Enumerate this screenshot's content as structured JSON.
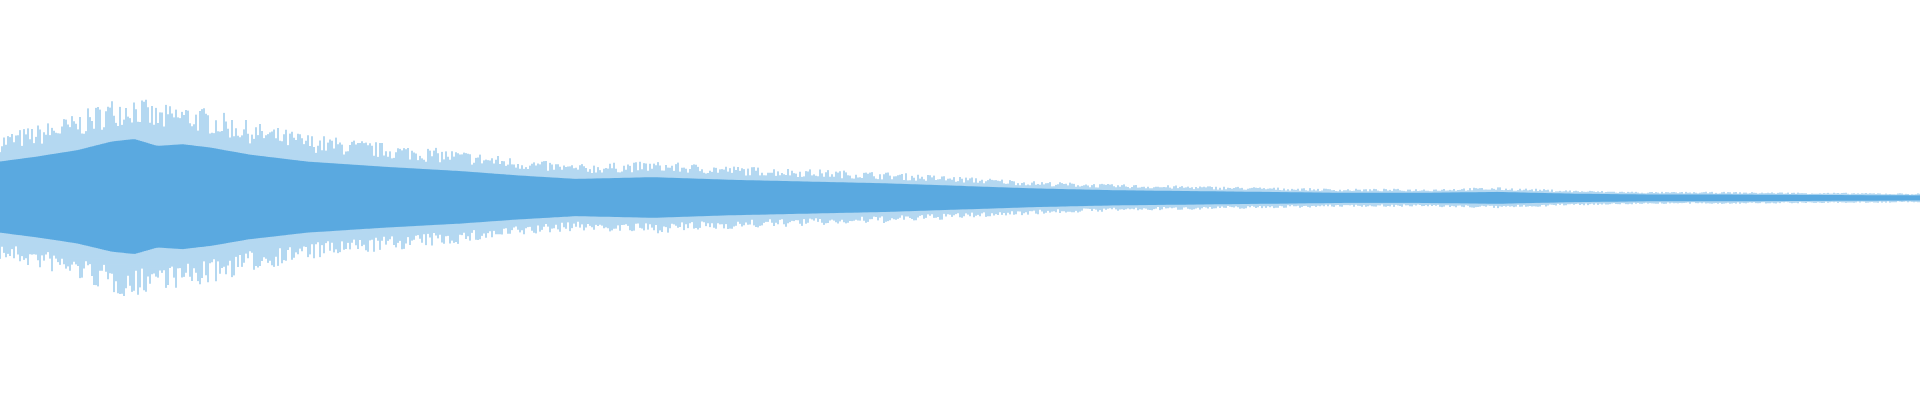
{
  "waveform": {
    "color": "#5aa9e0",
    "envelope": [
      {
        "t": 0.0,
        "amp": 0.42
      },
      {
        "t": 0.02,
        "amp": 0.48
      },
      {
        "t": 0.04,
        "amp": 0.55
      },
      {
        "t": 0.058,
        "amp": 0.65
      },
      {
        "t": 0.07,
        "amp": 0.68
      },
      {
        "t": 0.082,
        "amp": 0.6
      },
      {
        "t": 0.095,
        "amp": 0.62
      },
      {
        "t": 0.11,
        "amp": 0.58
      },
      {
        "t": 0.13,
        "amp": 0.5
      },
      {
        "t": 0.16,
        "amp": 0.42
      },
      {
        "t": 0.2,
        "amp": 0.36
      },
      {
        "t": 0.24,
        "amp": 0.31
      },
      {
        "t": 0.27,
        "amp": 0.26
      },
      {
        "t": 0.3,
        "amp": 0.22
      },
      {
        "t": 0.34,
        "amp": 0.24
      },
      {
        "t": 0.38,
        "amp": 0.21
      },
      {
        "t": 0.42,
        "amp": 0.19
      },
      {
        "t": 0.46,
        "amp": 0.17
      },
      {
        "t": 0.5,
        "amp": 0.14
      },
      {
        "t": 0.54,
        "amp": 0.11
      },
      {
        "t": 0.58,
        "amp": 0.09
      },
      {
        "t": 0.62,
        "amp": 0.08
      },
      {
        "t": 0.66,
        "amp": 0.07
      },
      {
        "t": 0.7,
        "amp": 0.06
      },
      {
        "t": 0.74,
        "amp": 0.06
      },
      {
        "t": 0.78,
        "amp": 0.07
      },
      {
        "t": 0.82,
        "amp": 0.05
      },
      {
        "t": 0.86,
        "amp": 0.04
      },
      {
        "t": 0.9,
        "amp": 0.04
      },
      {
        "t": 0.95,
        "amp": 0.035
      },
      {
        "t": 1.0,
        "amp": 0.03
      }
    ]
  }
}
